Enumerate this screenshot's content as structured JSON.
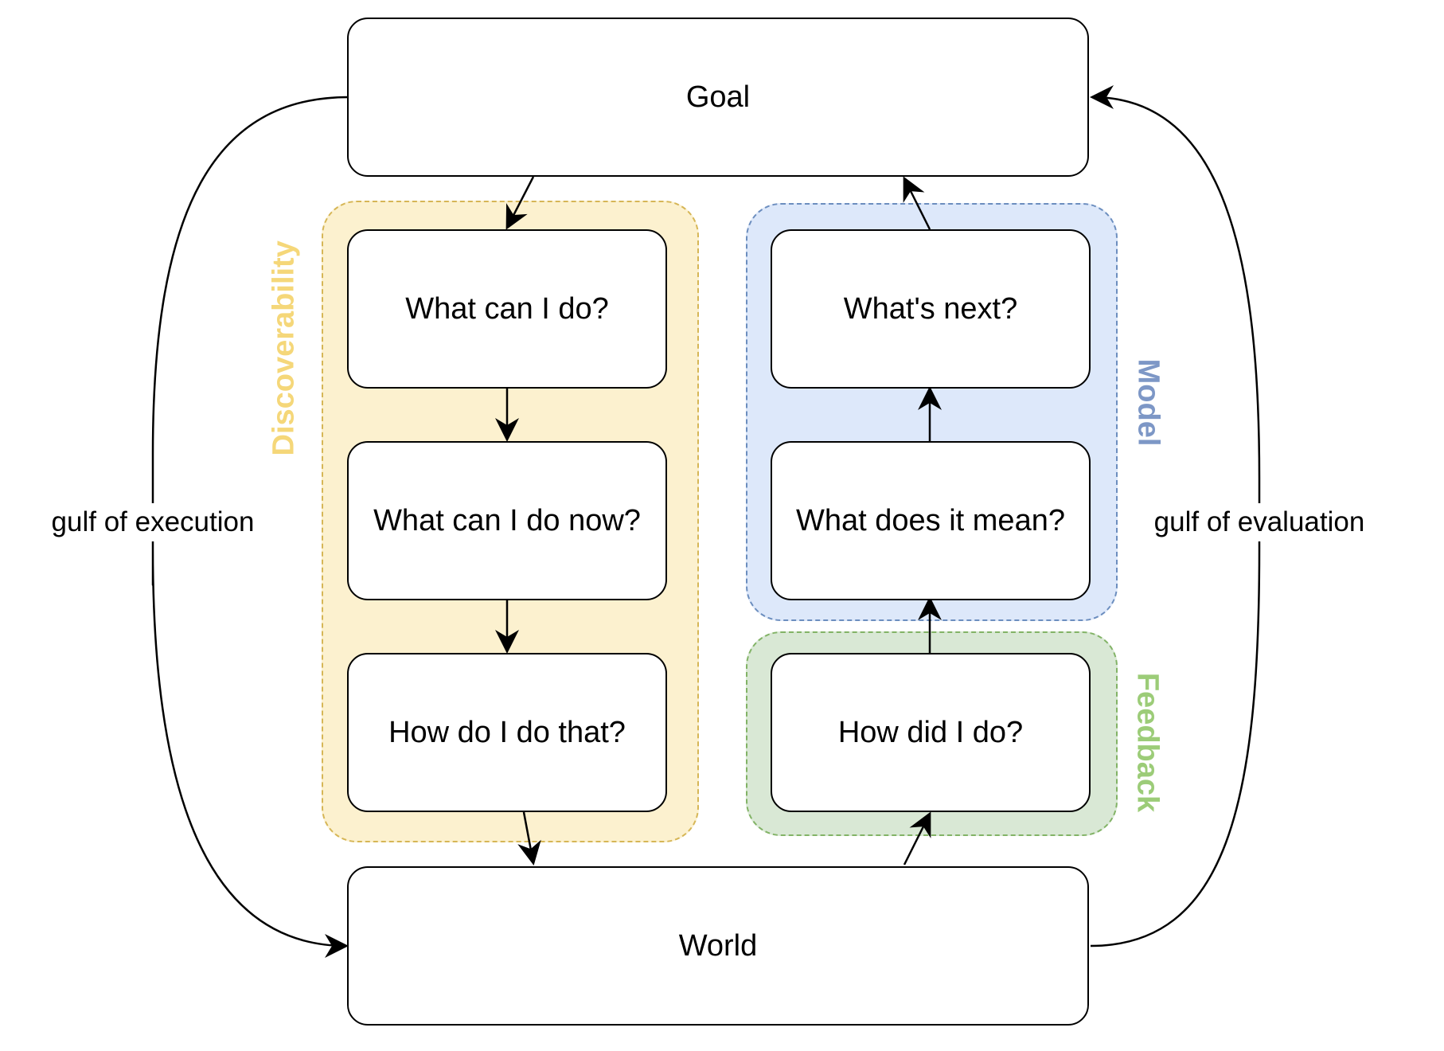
{
  "colors": {
    "discoverability_fill": "#fcf1cf",
    "discoverability_stroke": "#d6b656",
    "discoverability_label": "#f5d779",
    "model_fill": "#dde8fa",
    "model_stroke": "#6c8ebf",
    "model_label": "#7d97c6",
    "feedback_fill": "#d9e8d5",
    "feedback_stroke": "#82b366",
    "feedback_label": "#9ccc78"
  },
  "nodes": {
    "goal": "Goal",
    "world": "World",
    "what_can_i_do": "What can I do?",
    "what_can_i_do_now": "What can I do now?",
    "how_do_i_do_that": "How do I do that?",
    "how_did_i_do": "How did I do?",
    "what_does_it_mean": "What does it mean?",
    "whats_next": "What's next?"
  },
  "groups": {
    "discoverability": "Discoverability",
    "model": "Model",
    "feedback": "Feedback"
  },
  "edge_labels": {
    "gulf_of_execution": "gulf of execution",
    "gulf_of_evaluation": "gulf of evaluation"
  }
}
